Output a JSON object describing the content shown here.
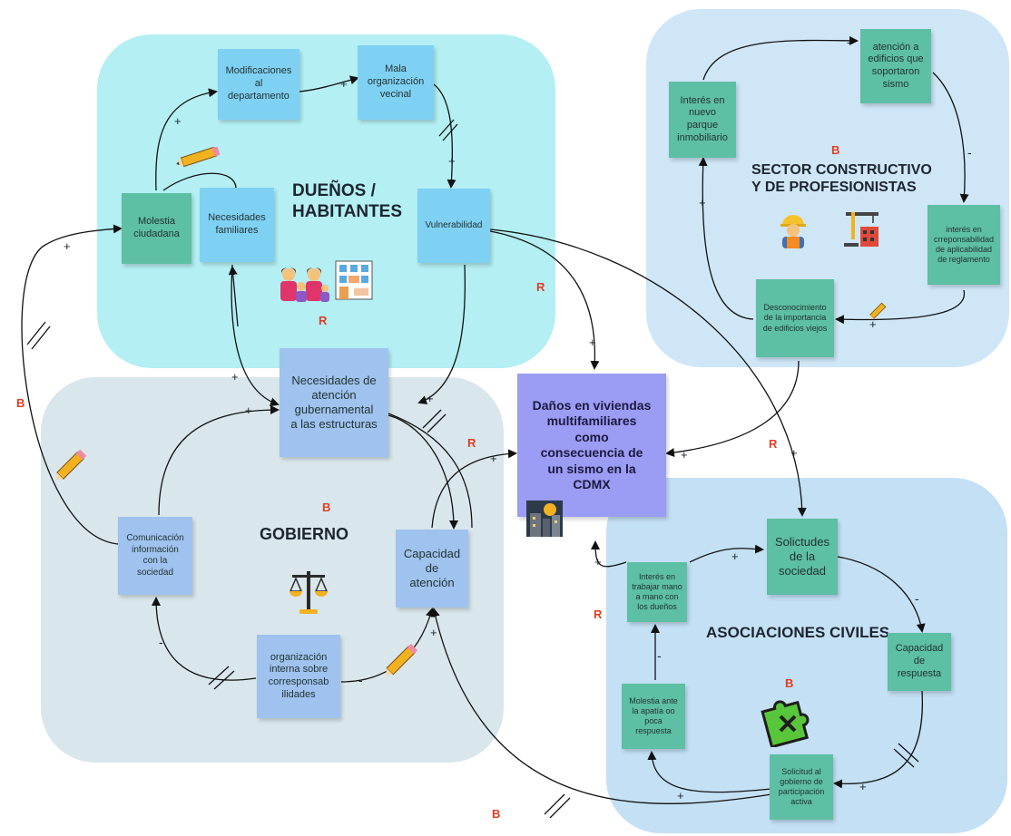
{
  "regions": {
    "duenos": {
      "title": "DUEÑOS /\nHABITANTES",
      "color": "#b3eff3"
    },
    "sector": {
      "title": "SECTOR CONSTRUCTIVO\nY DE PROFESIONISTAS",
      "color": "#cfe6f7"
    },
    "gobierno": {
      "title": "GOBIERNO",
      "color": "#d9e7ec"
    },
    "asociaciones": {
      "title": "ASOCIACIONES CIVILES",
      "color": "#c4e0f5"
    }
  },
  "notes": {
    "modificaciones": "Modificaciones\nal\ndepartamento",
    "mala_org": "Mala\norganización\nvecinal",
    "molestia_ciudadana": "Molestia\nciudadana",
    "necesidades_familiares": "Necesidades\nfamiliares",
    "vulnerabilidad": "Vulnerabilidad",
    "interes_parque": "Interés en\nnuevo\nparque\ninmobiliario",
    "atencion_edificios": "atención a\nedificios que\nsoportaron\nsismo",
    "interes_corresp": "interés en\ncrreponsabilidad\nde aplicabilidad\nde reglamento",
    "desconocimiento": "Desconocimiento\nde la importancia\nde edificios viejos",
    "necesidades_atencion": "Necesidades de\natención\ngubernamental\na las estructuras",
    "danos": "Daños en viviendas\nmultifamiliares\ncomo\nconsecuencia de\nun sismo en la\nCDMX",
    "comunicacion": "Comunicación\ninformación\ncon la\nsociedad",
    "capacidad_atencion": "Capacidad\nde\natención",
    "organizacion_interna": "organización\ninterna sobre\ncorresponsab\nilidades",
    "solicitudes": "Solictudes\nde la\nsociedad",
    "interes_trabajar": "Interés en\ntrabajar mano\na mano con\nlos dueños",
    "capacidad_respuesta": "Capacidad\nde\nrespuesta",
    "molestia_apatia": "Molestia ante\nla apatía oo\npoca\nrespuesta",
    "solicitud_gobierno": "Solicitud al\ngobierno de\nparticipación\nactiva"
  },
  "loops": {
    "l1": "R",
    "l2": "B",
    "l3": "R",
    "l4": "B",
    "l5": "R",
    "l6": "B",
    "l7": "R",
    "l8": "R",
    "l9": "B",
    "l10": "B"
  },
  "signs": {
    "plus": "+",
    "minus": "-"
  },
  "icons": {
    "family": "family-icon",
    "building": "building-icon",
    "worker": "construction-worker-icon",
    "crane": "construction-crane-icon",
    "scales": "balance-scale-icon",
    "puzzle": "puzzle-piece-icon",
    "city": "damaged-city-icon",
    "pencil": "pencil-icon"
  }
}
